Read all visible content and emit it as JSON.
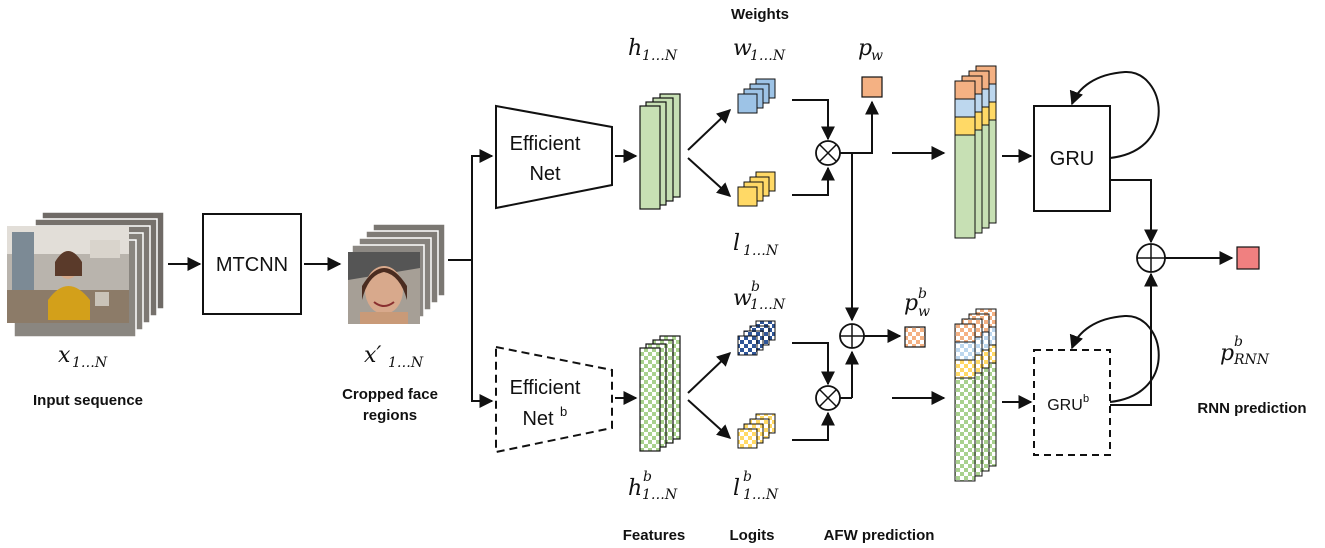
{
  "colors": {
    "features": "#c7e0b4",
    "weights": "#9dc3e6",
    "logits": "#ffd966",
    "pw": "#f4b183",
    "prediction": "#f08080",
    "checker_green": "#a9d18e",
    "checker_blue": "#2f5597",
    "checker_yellow": "#ffe699",
    "checker_orange": "#f4b183"
  },
  "labels": {
    "input_caption": "Input sequence",
    "cropped_caption_line1": "Cropped face",
    "cropped_caption_line2": "regions",
    "weights_header": "Weights",
    "features_footer": "Features",
    "logits_footer": "Logits",
    "afw_footer": "AFW prediction",
    "rnn_caption": "RNN prediction"
  },
  "math": {
    "x_base": "x",
    "x_sub": "1…N",
    "xp_base": "x′",
    "xp_sub": "1…N",
    "h_base": "h",
    "h_sub": "1…N",
    "w_base": "w",
    "w_sub": "1…N",
    "l_base": "l",
    "l_sub": "1…N",
    "pw_base": "p",
    "pw_sub": "w",
    "hb_base": "h",
    "hb_sup": "b",
    "hb_sub": "1…N",
    "wb_base": "w",
    "wb_sup": "b",
    "wb_sub": "1…N",
    "lb_base": "l",
    "lb_sup": "b",
    "lb_sub": "1…N",
    "pwb_base": "p",
    "pwb_sup": "b",
    "pwb_sub": "w",
    "prnn_base": "p",
    "prnn_sup": "b",
    "prnn_sub": "RNN"
  },
  "boxes": {
    "mtcnn": "MTCNN",
    "effnet_line1": "Efficient",
    "effnet_line2": "Net",
    "effnetb_line1": "Efficient",
    "effnetb_line2": "Net",
    "effnetb_sup": "b",
    "gru": "GRU",
    "grub": "GRU",
    "grub_sup": "b"
  }
}
